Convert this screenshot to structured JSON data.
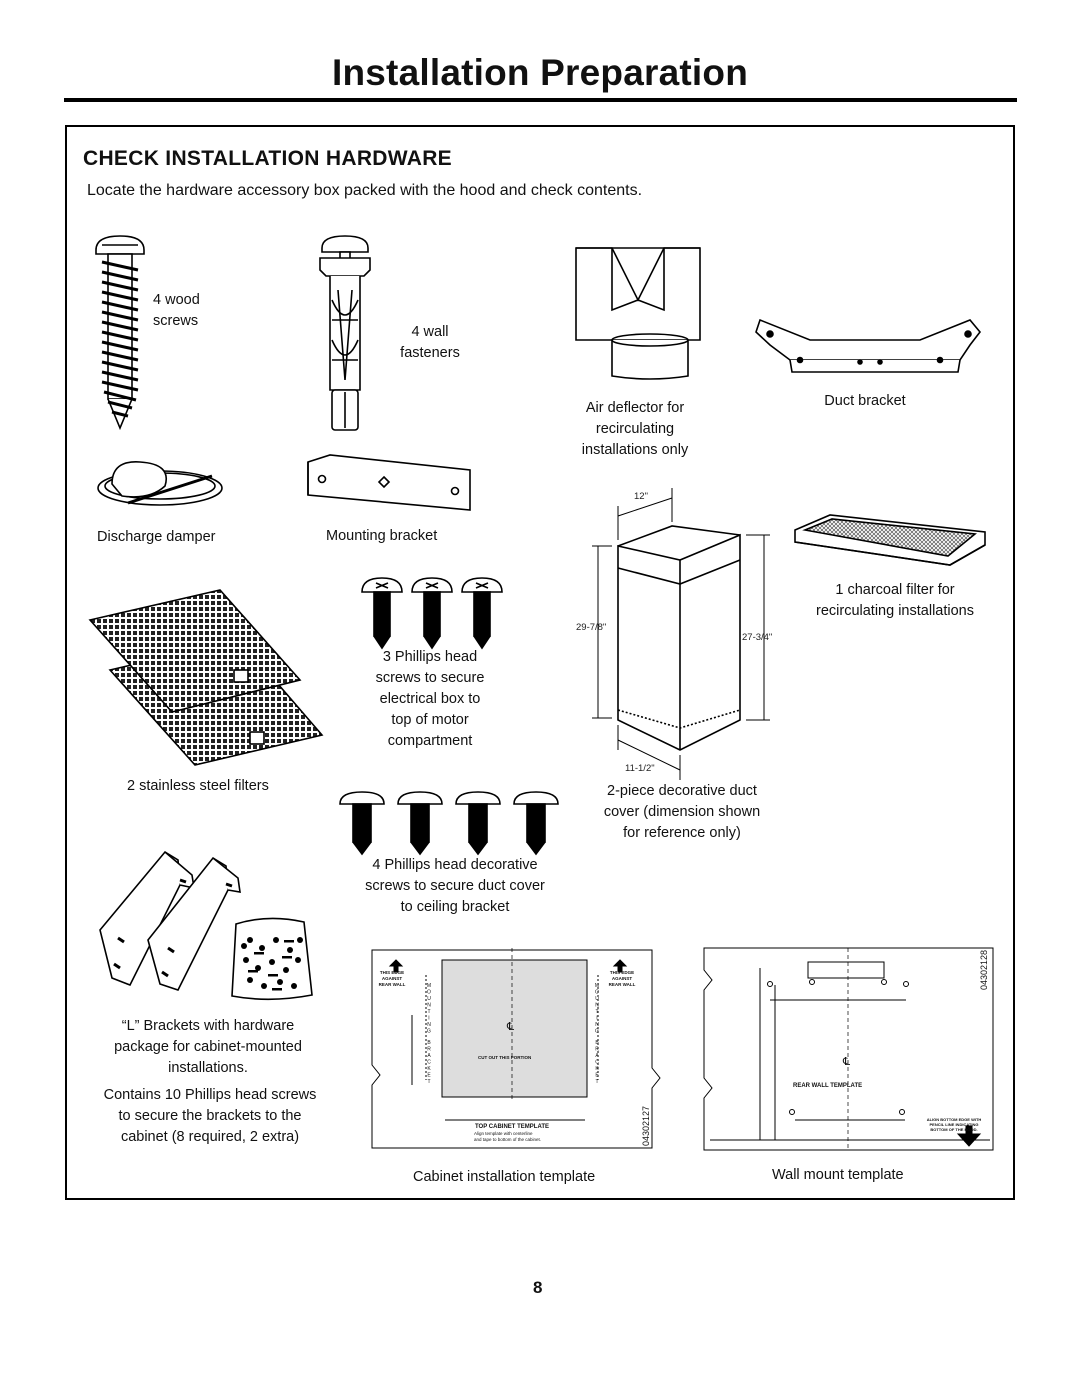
{
  "page_title": "Installation Preparation",
  "section_heading": "CHECK INSTALLATION HARDWARE",
  "intro": "Locate the hardware accessory box packed with the hood and check contents.",
  "items": {
    "wood_screws": [
      "4 wood",
      "screws"
    ],
    "wall_fasteners": [
      "4 wall",
      "fasteners"
    ],
    "air_deflector": [
      "Air deflector for",
      "recirculating",
      "installations only"
    ],
    "duct_bracket": "Duct bracket",
    "discharge_damper": "Discharge damper",
    "mounting_bracket": "Mounting bracket",
    "charcoal_filter": [
      "1 charcoal filter for",
      "recirculating installations"
    ],
    "phillips_3": [
      "3 Phillips head",
      "screws to secure",
      "electrical box to",
      "top of motor",
      "compartment"
    ],
    "steel_filters": "2 stainless steel filters",
    "duct_cover": [
      "2-piece decorative duct",
      "cover (dimension shown",
      "for reference only)"
    ],
    "phillips_4": [
      "4 Phillips head decorative",
      "screws to secure duct cover",
      "to ceiling bracket"
    ],
    "l_brackets": [
      "“L” Brackets with hardware",
      "package for cabinet-mounted",
      "installations."
    ],
    "l_brackets_note": [
      "Contains 10 Phillips head screws",
      "to secure the brackets to the",
      "cabinet  (8 required, 2 extra)"
    ],
    "cabinet_template": "Cabinet installation template",
    "wall_template": "Wall mount template"
  },
  "duct_dims": {
    "top": "12\"",
    "left": "29-7/8\"",
    "right": "27-3/4\"",
    "bottom": "11-1/2\""
  },
  "cabinet_template_text": {
    "edge_left": [
      "THIS EDGE",
      "AGAINST",
      "REAR WALL"
    ],
    "edge_right": [
      "THIS EDGE",
      "AGAINST",
      "REAR WALL"
    ],
    "mounting": "MOUNTING",
    "bracket": "BRACKET",
    "cut_out": "CUT OUT THIS PORTION",
    "title": "TOP CABINET TEMPLATE",
    "sub": [
      "Align template with centerline",
      "and tape to bottom of the cabinet."
    ],
    "code": "04302127",
    "centerline": "℄"
  },
  "wall_template_text": {
    "title": "REAR WALL TEMPLATE",
    "align": [
      "ALIGN BOTTOM EDGE WITH",
      "PENCIL LINE INDICATING",
      "BOTTOM OF THE HOOD."
    ],
    "code": "04302128",
    "centerline": "℄"
  },
  "page_number": "8"
}
